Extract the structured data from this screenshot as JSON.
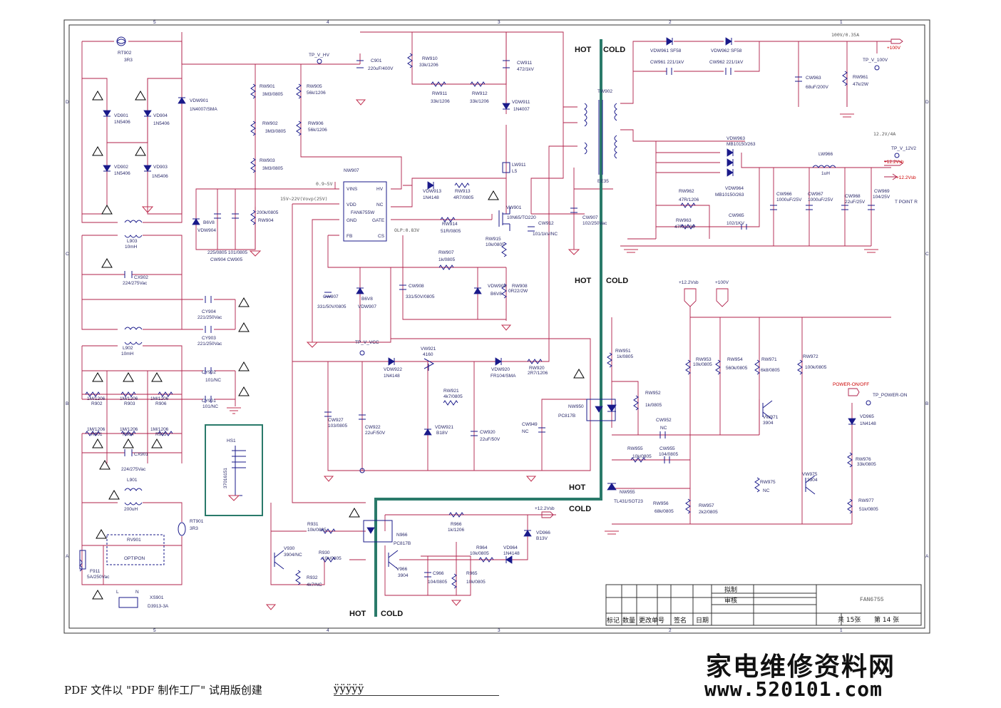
{
  "header": {
    "v100": "100V/0.35A",
    "v12": "12.2V/4A",
    "hot": "HOT",
    "cold": "COLD"
  },
  "labels": {
    "rt902": "RT902",
    "rt902v": "3R3",
    "vd901": "VD901",
    "vd904": "VD904",
    "vd902": "VD902",
    "vd903": "VD903",
    "in5406": "1N5406",
    "vdw901": "VDW901",
    "vdw901v": "1N4007/SMA",
    "tp_v_hv": "TP_V_HV",
    "c901": "C901",
    "c901v": "220uF/400V",
    "rw901": "RW901",
    "rw902": "RW902",
    "rw903": "RW903",
    "r3m3": "3M3/0805",
    "rw905": "RW905",
    "rw905v": "56k/1206",
    "rw906": "RW906",
    "rw906v": "56k/1206",
    "rw910": "RW910",
    "rw910v": "33k/1206",
    "rw911": "RW911",
    "rw912": "RW912",
    "r33k": "33k/1206",
    "cw911": "CW911",
    "cw911v": "472/1kV",
    "vdw911": "VDW911",
    "vdw911v": "1N4007",
    "tw902": "TW902",
    "ee35": "EE35",
    "vdw961": "VDW961 SF58",
    "vdw962": "VDW962 SF58",
    "cw961": "CW961 221/1kV",
    "cw962": "CW962 221/1kV",
    "tp_v_100v": "TP_V_100V",
    "p100v": "+100V",
    "cw963": "CW963",
    "cw963v": "68uF/200V",
    "rw961": "RW961",
    "rw961v": "47k/2W",
    "vdw963": "VDW963",
    "vdw963v": "MB10150/263",
    "vdw964": "VDW964",
    "vdw964v": "MB10150/263",
    "lw966": "LW966",
    "lw966v": "1uH",
    "tp_v_12v2": "TP_V_12V2",
    "p122": "+12.2Vsb",
    "rw962": "RW962",
    "rw962v": "47R/1206",
    "rw963": "RW963",
    "rw963v": "47R/1206",
    "cw965": "CW965",
    "cw965v": "102/1KV",
    "cw966": "CW966",
    "cw966v": "1000uF/25V",
    "cw967": "CW967",
    "cw967v": "1000uF/25V",
    "cw968": "CW968",
    "cw968v": "22uF/25V",
    "cw969": "CW969",
    "cw969v": "104/25V",
    "tpoint": "T POINT R",
    "nw907": "NW907",
    "nw907v": "FAN6755W",
    "vins": "VINS",
    "hv": "HV",
    "vdd": "VDD",
    "nc": "NC",
    "gnd": "GND",
    "gate": "GATE",
    "fb": "FB",
    "cs": "CS",
    "v09": "0.9~5V",
    "v15": "15V~22V(Vovp(25V)",
    "olp": "OLP:0.83V",
    "b6v8": "B6V8",
    "vdw904": "VDW904",
    "r200k": "200k/0805",
    "rw904": "RW904",
    "c225": "225/0805 101/0805",
    "cw904": "CW904  CW905",
    "vdw913": "VDW913",
    "in4148": "1N4148",
    "rw913": "RW913",
    "rw913v": "4R7/0805",
    "lw911": "LW911",
    "l5": "L5",
    "vw901": "VW901",
    "vw901v": "10N65/TO220",
    "cw912": "CW912",
    "cw912v": "101/1kV/NC",
    "rw914": "RW914",
    "rw914v": "51R/0805",
    "rw915": "RW915",
    "rw915v": "10k/0805",
    "rw907": "RW907",
    "rw907v": "1k/0805",
    "cw907": "CW907",
    "cw907v": "102/250Vac",
    "cw908": "CW908",
    "cw908v": "331/50V/0805",
    "cw907b": "CW907",
    "c331": "331/50V/0805",
    "b6v8b": "B6V8",
    "vdw907": "VDW907",
    "vdw908": "VDW908",
    "b6v8c": "B6V8",
    "rw908": "RW908",
    "rw908v": "0R22/2W",
    "tp_v_vcc": "TP_V_VCC",
    "vw921": "VW921",
    "vw921v": "4160",
    "vdw922": "VDW922",
    "vdw922v": "1N4148",
    "vdw920": "VDW920",
    "vdw920v": "FR104/SMA",
    "rw920": "RW920",
    "rw920v": "2R7/1206",
    "rw921": "RW921",
    "rw921v": "4k7/0805",
    "cw927": "CW927",
    "cw927v": "103/0805",
    "cw922": "CW922",
    "cw922v": "22uF/50V",
    "vdw921": "VDW921",
    "vdw921v": "B18V",
    "cw920": "CW920",
    "cw920v": "22uF/50V",
    "cw949": "CW949",
    "ncv": "NC",
    "nw950": "NW950",
    "nw950v": "PC817B",
    "l903": "L903",
    "l903v": "10mH",
    "cx902": "CX902",
    "cx902v": "224/275Vac",
    "cy904": "CY904",
    "cy904v": "221/250Vac",
    "cy903": "CY903",
    "cy903v": "221/250Vac",
    "l902": "L902",
    "l902v": "10mH",
    "cy902": "CY902",
    "cy902v": "101/NC",
    "cy901": "CY901",
    "cy901v": "101/NC",
    "r1m": "1M/1206",
    "r902": "R902",
    "r903": "R903",
    "r906": "R906",
    "r901": "R901",
    "r904": "R904",
    "r905": "R905",
    "cx901": "CX901",
    "cx901v": "224/275Vac",
    "l901": "L901",
    "l901v": "200uH",
    "rt901": "RT901",
    "rt901v": "3R3",
    "rv901": "RV901",
    "optipon": "OPTIPON",
    "f911": "F911",
    "f911v": "5A/250Vac",
    "xs901": "XS901",
    "xs901v": "D3913-3A",
    "l": "L",
    "n": "N",
    "hs1": "HS1",
    "hs1v": "37016151",
    "v930": "V930",
    "v930v": "3904/NC",
    "r931": "R931",
    "r931v": "10k/0805",
    "r930": "R930",
    "r930v": "10k/0805",
    "r932": "R932",
    "r932v": "4k7/NC",
    "n966": "N966",
    "n966v": "PC817B",
    "r966": "R966",
    "r966v": "1k/1206",
    "p122b": "+12.2Vsb",
    "vd966": "VD966",
    "vd966v": "B13V",
    "r964": "R964",
    "r964v": "10k/0805",
    "vd964": "VD964",
    "vd964v": "1N4148",
    "v966": "V966",
    "v966v": "3904",
    "c966": "C966",
    "c966v": "104/0805",
    "r965": "R965",
    "r965v": "10k/0805",
    "p122c": "+12.2Vsb",
    "p100b": "+100V",
    "rw951": "RW951",
    "rw951v": "1k/0805",
    "rw952": "RW952",
    "rw952v": "1k/0805",
    "rw953": "RW953",
    "rw953v": "10k/0805",
    "rw954": "RW954",
    "rw954v": "560k/0805",
    "rw971": "RW971",
    "rw971v": "6k8/0805",
    "rw972": "RW972",
    "rw972v": "100k/0805",
    "cw952": "CW952",
    "cw952v": "NC",
    "vw971": "VW971",
    "vw971v": "3904",
    "rw955": "RW955",
    "rw955v": "10k/0805",
    "cw955": "CW955",
    "cw955v": "104/0805",
    "nw955": "NW955",
    "nw955v": "TL431/SOT23",
    "rw956": "RW956",
    "rw956v": "68k/0805",
    "rw957": "RW957",
    "rw957v": "2k2/0805",
    "rw975": "RW975",
    "rw975v": "NC",
    "vw975": "VW975",
    "vw975v": "3904",
    "rw977": "RW977",
    "rw977v": "51k/0805",
    "poweronoff": "POWER-ON/OFF",
    "tp_power_on": "TP_POWER-ON",
    "vd965": "VD965",
    "vd965v": "1N4148",
    "rw976": "RW976",
    "rw976v": "33k/0805"
  },
  "title_block": {
    "draw": "拟制",
    "review": "审核",
    "model": "FAN6755",
    "marker": "标记",
    "qty": "数量",
    "change_no": "更改单号",
    "sign": "签名",
    "date": "日期",
    "total": "共 15张",
    "page": "第 14 张"
  },
  "grid": {
    "top": [
      "5",
      "4",
      "3",
      "2",
      "1"
    ],
    "side": [
      "D",
      "C",
      "B",
      "A"
    ]
  },
  "watermark": {
    "chinese": "家电维修资料网",
    "url": "www.520101.com"
  },
  "footer": {
    "pdf_note": "PDF 文件以 \"PDF 制作工厂\" 试用版创建",
    "link": "ÿÿÿÿÿ"
  },
  "colors": {
    "wire": "#b0204a",
    "part": "#1a1a8a",
    "isolation": "#2a7a6a"
  }
}
